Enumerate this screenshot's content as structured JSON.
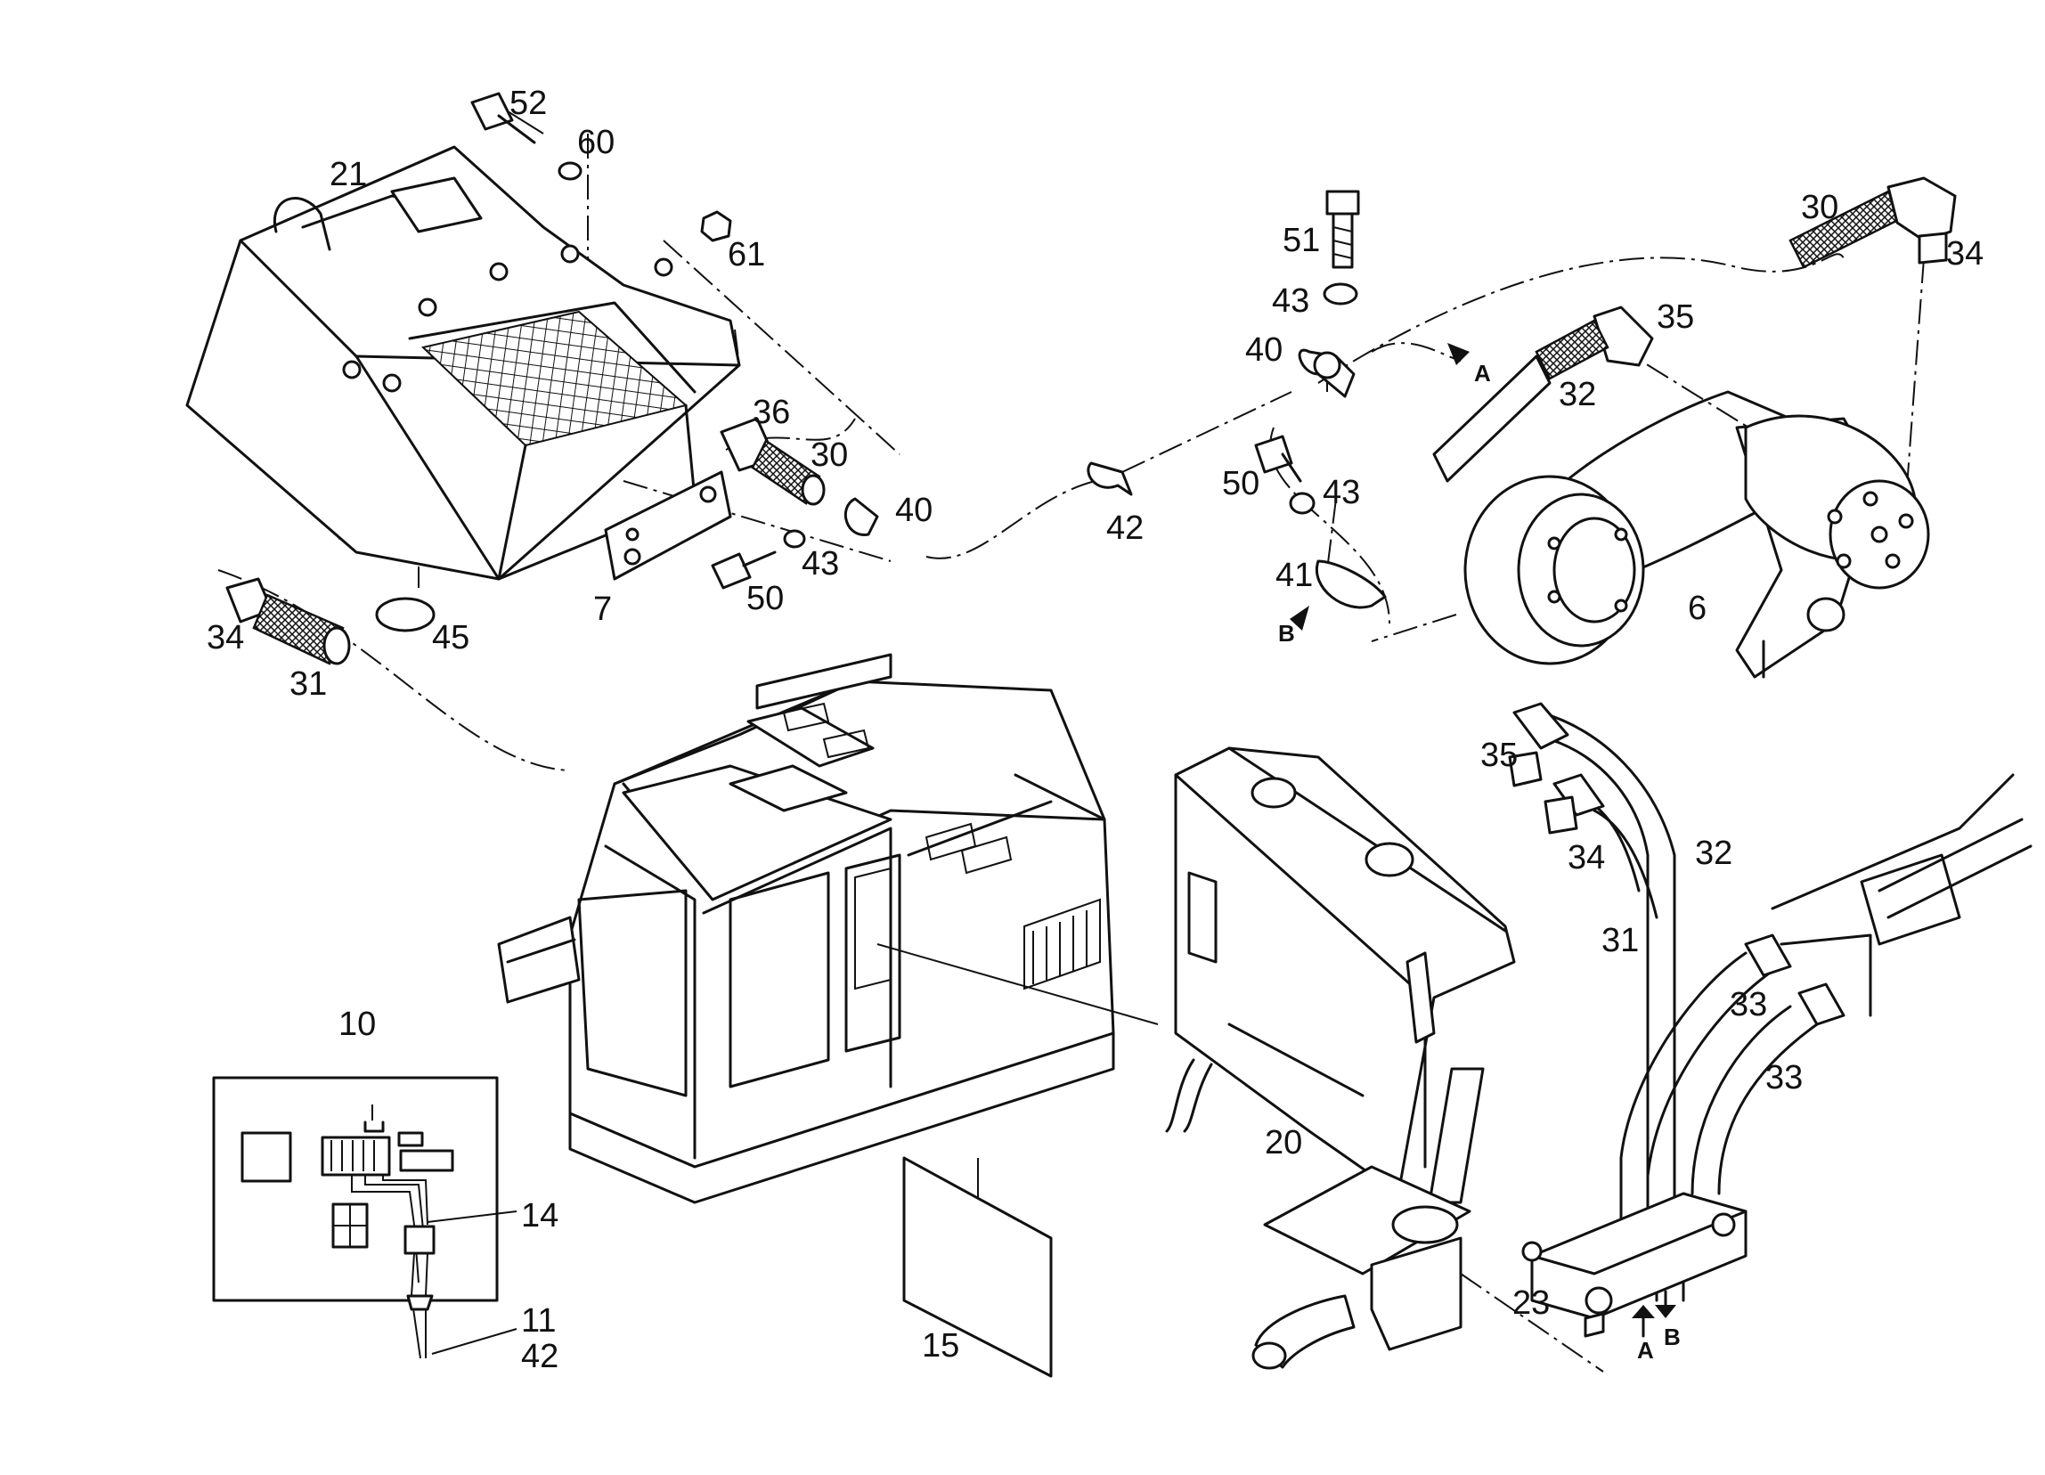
{
  "parts": {
    "p52": "52",
    "p60": "60",
    "p21": "21",
    "p61": "61",
    "p36": "36",
    "p30a": "30",
    "p40a": "40",
    "p43a": "43",
    "p50a": "50",
    "p7": "7",
    "p45": "45",
    "p34a": "34",
    "p31a": "31",
    "p51": "51",
    "p43b": "43",
    "p40b": "40",
    "p42a": "42",
    "p50b": "50",
    "p43c": "43",
    "p41": "41",
    "pB1": "B",
    "pA1": "A",
    "p30b": "30",
    "p34b": "34",
    "p35a": "35",
    "p32a": "32",
    "p6": "6",
    "p35b": "35",
    "p34c": "34",
    "p32b": "32",
    "p31b": "31",
    "p33a": "33",
    "p33b": "33",
    "p20": "20",
    "p23": "23",
    "pA2": "A",
    "pB2": "B",
    "p10": "10",
    "p14": "14",
    "p11": "11",
    "p42b": "42",
    "p15": "15"
  }
}
